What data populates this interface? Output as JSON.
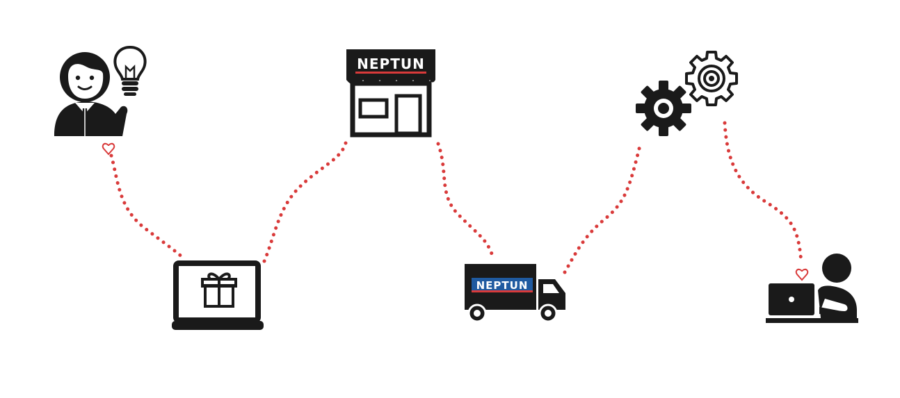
{
  "brand": {
    "store_sign": "NEPTUN",
    "truck_sign": "NEPTUN"
  },
  "steps": [
    {
      "id": "idea",
      "icon": "person-idea-icon"
    },
    {
      "id": "online-gift",
      "icon": "laptop-gift-icon"
    },
    {
      "id": "store",
      "icon": "store-icon"
    },
    {
      "id": "delivery",
      "icon": "delivery-truck-icon"
    },
    {
      "id": "service",
      "icon": "gears-icon"
    },
    {
      "id": "customer",
      "icon": "person-laptop-icon"
    }
  ],
  "colors": {
    "icon": "#1a1a1a",
    "path_dots": "#d93a3a",
    "heart": "#d93a3a",
    "sign_stripe": "#d93a3a",
    "truck_sign_bg": "#1f5aa0"
  }
}
